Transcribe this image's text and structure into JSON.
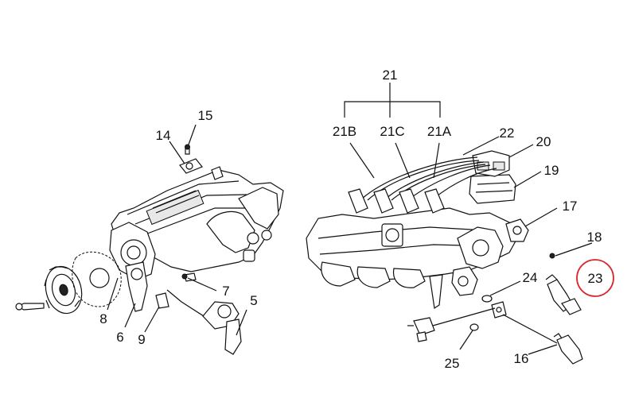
{
  "labels": {
    "l21": "21",
    "l21b": "21B",
    "l21c": "21C",
    "l21a": "21A",
    "l22": "22",
    "l20": "20",
    "l19": "19",
    "l17": "17",
    "l18": "18",
    "l23": "23",
    "l24": "24",
    "l25": "25",
    "l16": "16",
    "l15": "15",
    "l14": "14",
    "l7": "7",
    "l5": "5",
    "l8": "8",
    "l6": "6",
    "l9": "9"
  },
  "highlight": {
    "label": "23",
    "color": "#d9262c"
  }
}
